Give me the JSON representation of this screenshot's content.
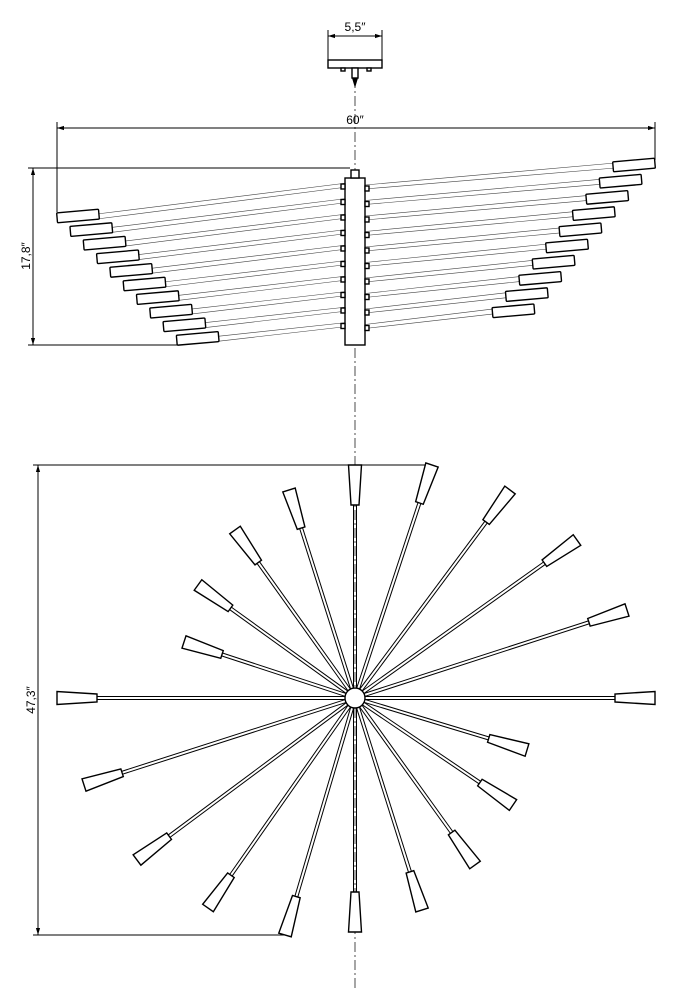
{
  "drawing": {
    "canopy_width_label": "5,5″",
    "overall_width_label": "60″",
    "side_height_label": "17,8″",
    "top_diameter_label": "47,3″"
  },
  "colors": {
    "line": "#000000",
    "background": "#ffffff"
  }
}
